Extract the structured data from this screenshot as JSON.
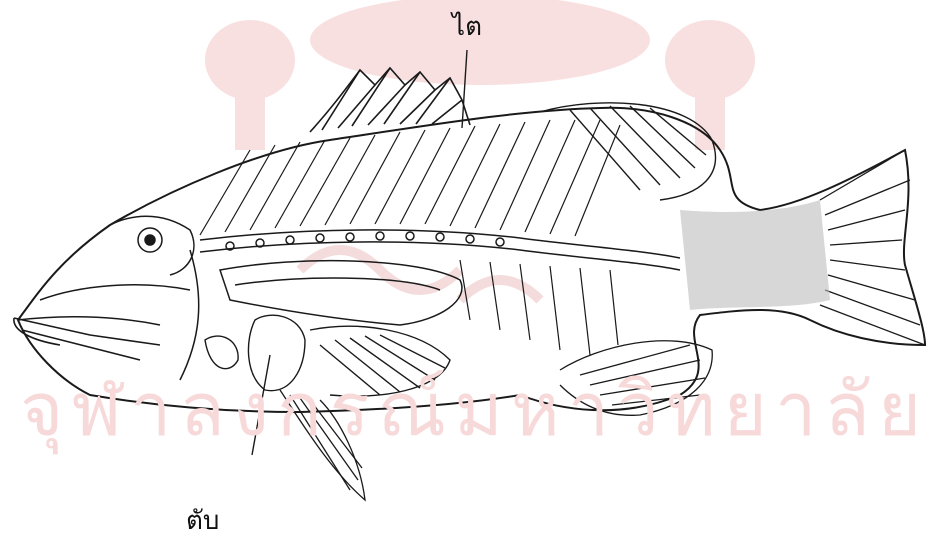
{
  "labels": {
    "kidney": "ไต",
    "liver": "ตับ"
  },
  "watermark": {
    "text": "จุฬาลงกรณ์มหาวิทยาลัย",
    "color": "#f7d9d9"
  },
  "colors": {
    "ink": "#1a1a1a",
    "background": "#ffffff"
  }
}
